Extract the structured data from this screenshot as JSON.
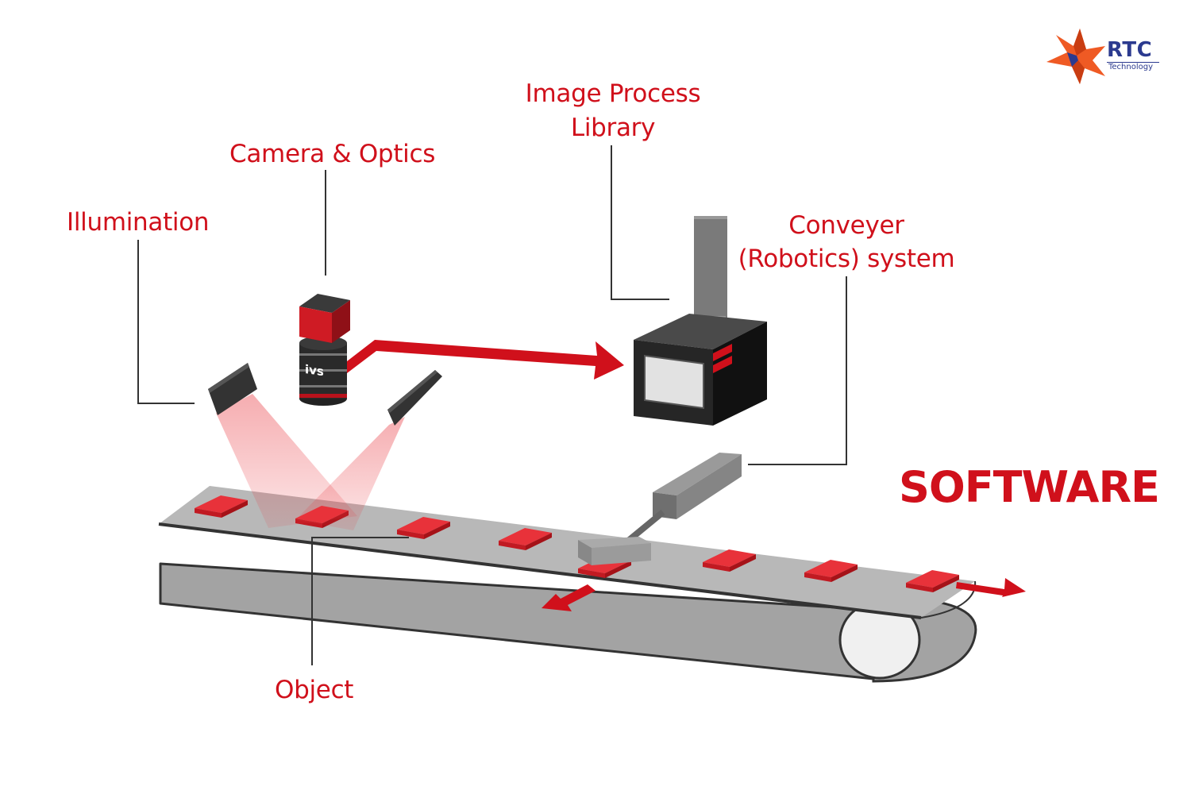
{
  "labels": {
    "illumination": "Illumination",
    "camera_optics": "Camera & Optics",
    "image_process_line1": "Image Process",
    "image_process_line2": "Library",
    "conveyer_line1": "Conveyer",
    "conveyer_line2": "(Robotics) system",
    "object": "Object",
    "software": "SOFTWARE"
  },
  "camera_brand": "ivs",
  "logo": {
    "brand": "RTC",
    "subtitle": "Technology"
  },
  "colors": {
    "accent_red": "#d0101b",
    "object_red": "#e8323a",
    "belt_gray": "#a6a6a6",
    "dark": "#2a2a2a",
    "logo_blue": "#2b3a8f",
    "logo_orange": "#ef5a24"
  }
}
